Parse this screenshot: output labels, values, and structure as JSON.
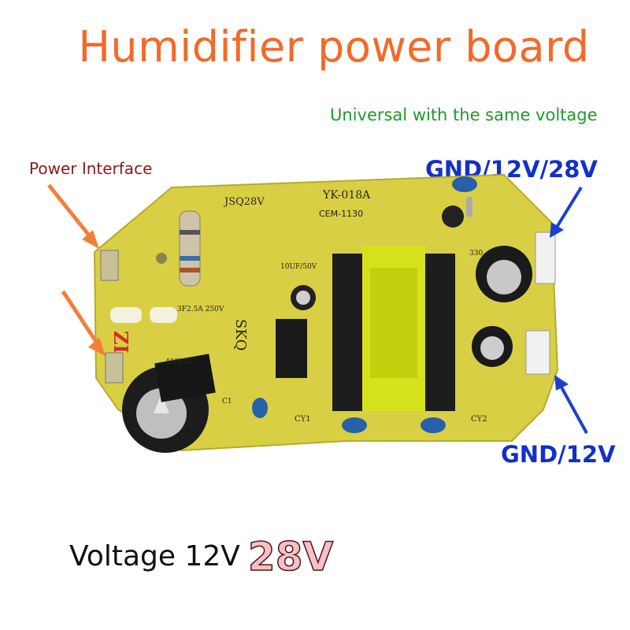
{
  "title": "Humidifier power board",
  "subtitle": "Universal with the same voltage",
  "labels": {
    "power_interface": "Power Interface",
    "connector_top": "GND/12V/28V",
    "connector_bottom": "GND/12V"
  },
  "voltage": {
    "prefix": "Voltage 12V",
    "highlight": "28V"
  },
  "board_markings": {
    "model_left": "JSQ28V",
    "model_right": "YK-018A",
    "material": "CEM-1130",
    "fuse": "3F2.5A  250V",
    "cap_small": "10UF/50V",
    "brand": "SKQ",
    "cap_right": "330",
    "cy1": "CY1",
    "cy2": "CY2",
    "c1": "C1",
    "cap_big": "400V22"
  },
  "colors": {
    "title": "#f26a2a",
    "subtitle": "#1f9a2a",
    "power_label": "#8b1a1a",
    "connector_labels": "#1230c8",
    "board": "#d8cf45",
    "arrow_orange": "#f2803a",
    "arrow_blue": "#1d3fd0"
  }
}
